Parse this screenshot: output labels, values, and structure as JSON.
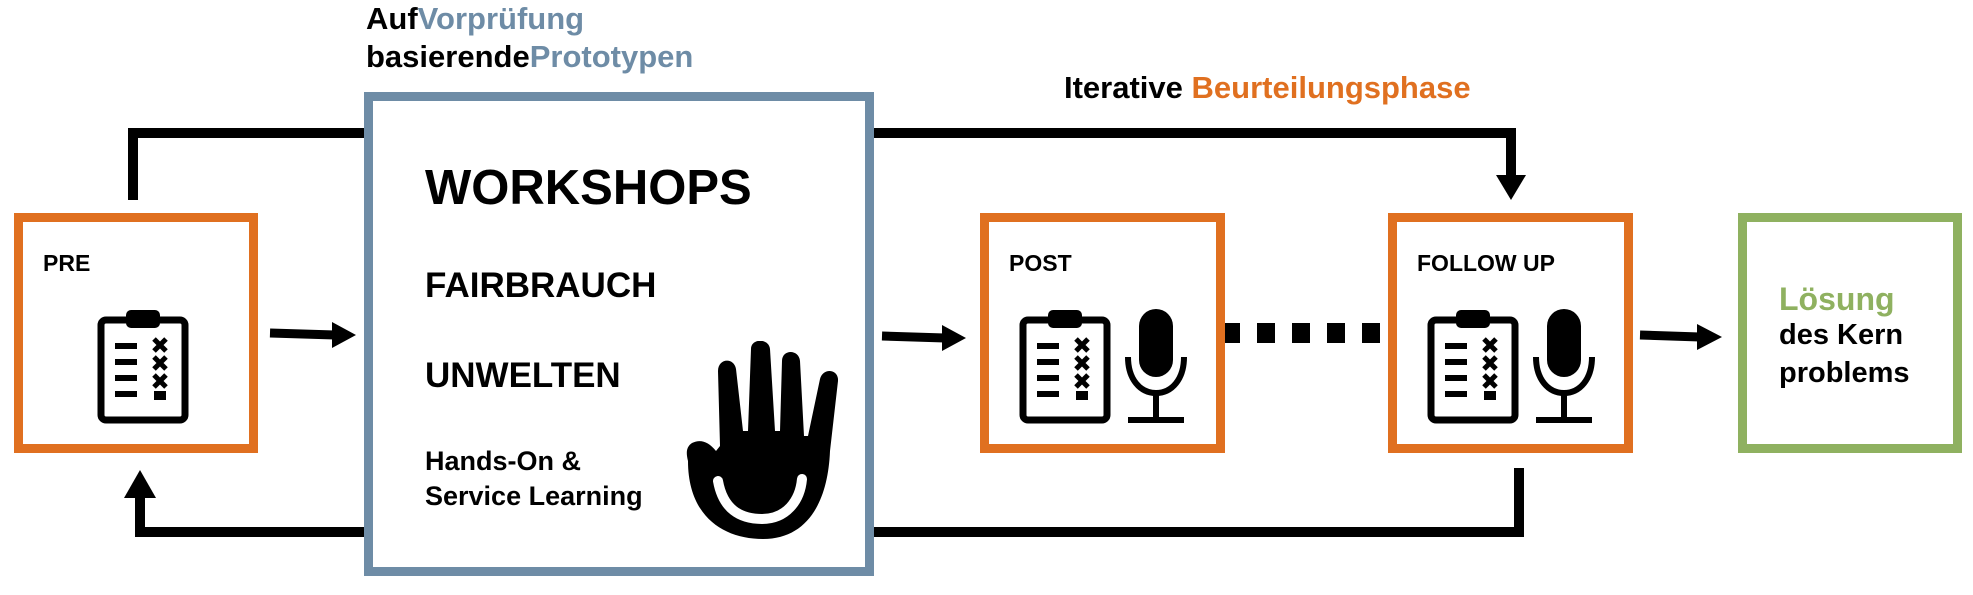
{
  "labels": {
    "prototypes_prefix_1": "Auf",
    "prototypes_highlight_1": "Vorprüfung",
    "prototypes_prefix_2": "basierende",
    "prototypes_highlight_2": "Prototypen",
    "iterative_prefix": "Iterative",
    "iterative_highlight": "Beurteilungsphase"
  },
  "boxes": {
    "pre": {
      "title": "PRE",
      "icon": "clipboard-checklist-icon"
    },
    "workshops": {
      "title": "WORKSHOPS",
      "items": [
        "FAIRBRAUCH",
        "UNWELTEN"
      ],
      "hands_on_line1": "Hands-On &",
      "hands_on_line2": "Service Learning",
      "icon": "hand-icon"
    },
    "post": {
      "title": "POST",
      "icons": [
        "clipboard-checklist-icon",
        "microphone-icon"
      ]
    },
    "follow_up": {
      "title": "FOLLOW UP",
      "icons": [
        "clipboard-checklist-icon",
        "microphone-icon"
      ]
    },
    "solution": {
      "line1": "Lösung",
      "line2": "des Kern",
      "line3": "problems"
    }
  },
  "colors": {
    "orange": "#e07020",
    "blue_gray": "#6e8ca6",
    "green": "#8fb160",
    "black": "#000000"
  }
}
